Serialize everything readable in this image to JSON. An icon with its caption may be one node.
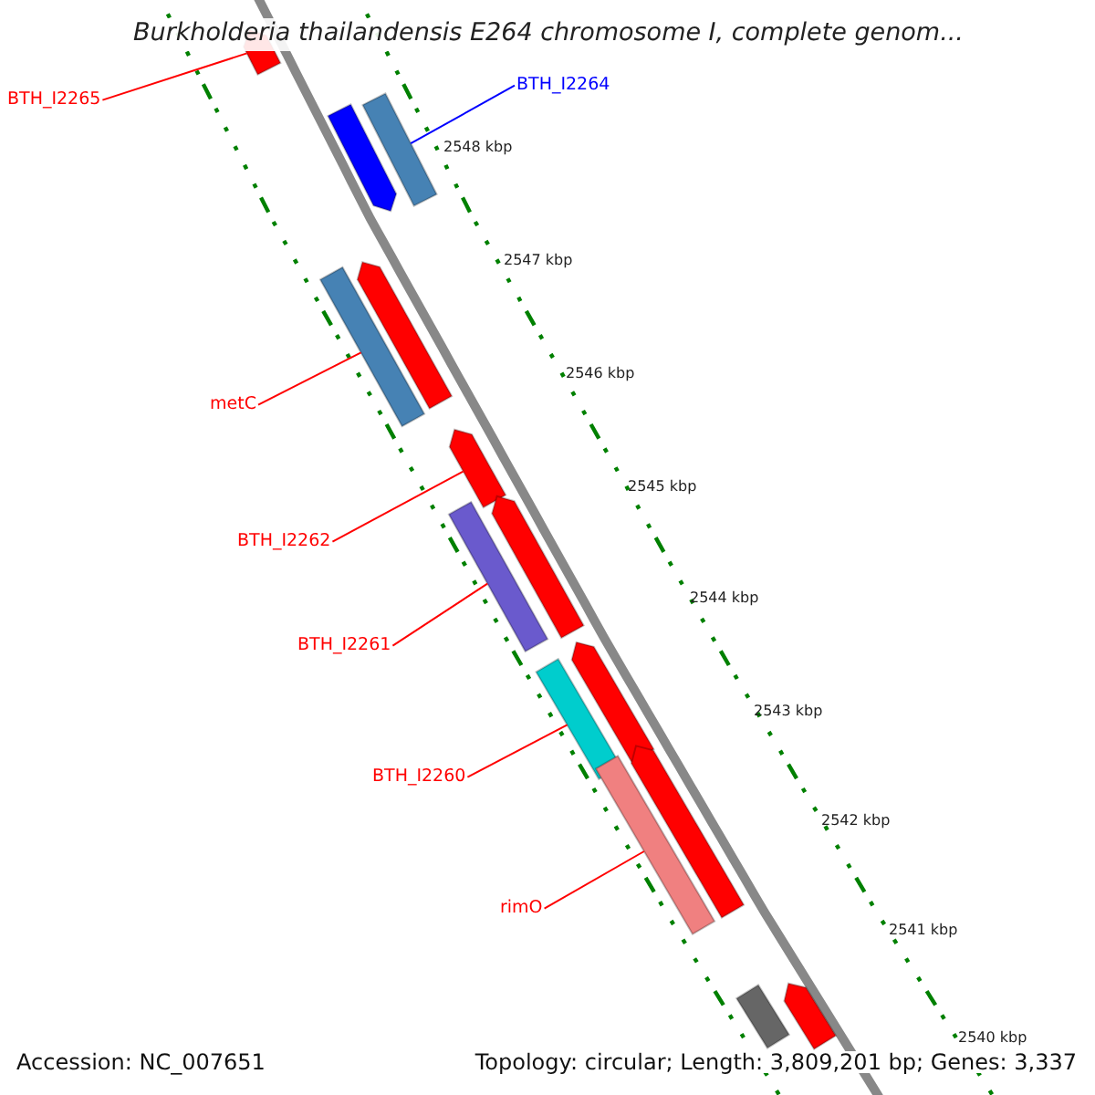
{
  "diagram": {
    "title": "Burkholderia thailandensis E264 chromosome I, complete genom...",
    "nodes": [
      {
        "text": [
          "BTH_I2265"
        ]
      },
      {
        "text": [],
        "shape": "arrow"
      },
      {
        "text": [
          "BTH_I2264"
        ]
      },
      {
        "text": [],
        "shape": "bar"
      },
      {
        "text": [],
        "shape": "arrow"
      },
      {
        "text": [
          "metC"
        ]
      },
      {
        "text": [],
        "shape": "bar"
      },
      {
        "text": [],
        "shape": "arrow"
      },
      {
        "text": [
          "BTH_I2262"
        ]
      },
      {
        "text": [],
        "shape": "arrow"
      },
      {
        "text": [],
        "shape": "arrow"
      },
      {
        "text": [
          "BTH_I2261"
        ]
      },
      {
        "text": [],
        "shape": "bar"
      },
      {
        "text": [],
        "shape": "arrow"
      },
      {
        "text": [
          "BTH_I2260"
        ]
      },
      {
        "text": [],
        "shape": "bar"
      },
      {
        "text": [],
        "shape": "arrow"
      },
      {
        "text": [
          "rimO"
        ]
      },
      {
        "text": [],
        "shape": "bar"
      },
      {
        "text": [],
        "shape": "bar"
      },
      {
        "text": [],
        "shape": "arrow"
      }
    ],
    "edges": [
      {
        "from": 0,
        "to": 1,
        "arrow": "none"
      },
      {
        "from": 2,
        "to": 3,
        "arrow": "none",
        "color": "#0000ff"
      },
      {
        "from": 5,
        "to": 6,
        "arrow": "none"
      },
      {
        "from": 8,
        "to": 9,
        "arrow": "none"
      },
      {
        "from": 11,
        "to": 12,
        "arrow": "none"
      },
      {
        "from": 14,
        "to": 15,
        "arrow": "none"
      },
      {
        "from": 17,
        "to": 18,
        "arrow": "none"
      }
    ],
    "labels": [
      "2548 kbp",
      "2547 kbp",
      "2546 kbp",
      "2545 kbp",
      "2544 kbp",
      "2543 kbp",
      "2542 kbp",
      "2541 kbp",
      "2540 kbp",
      "Accession: NC_007651",
      "Topology: circular; Length: 3,809,201 bp; Genes: 3,337"
    ]
  }
}
